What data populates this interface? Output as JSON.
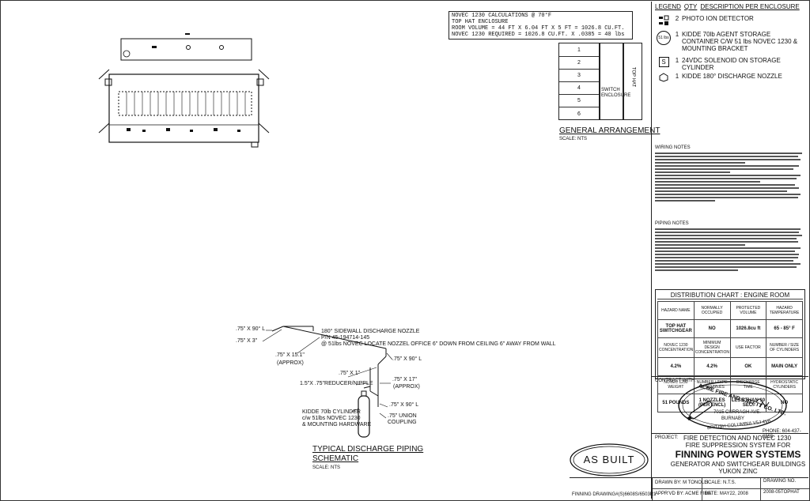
{
  "calc_box": {
    "lines": [
      "NOVEC 1230 CALCULATIONS @ 70°F",
      "TOP HAT ENCLOSURE",
      "ROOM VOLUME = 44 FT X 6.04 FT X 5 FT = 1026.8 CU.FT.",
      "NOVEC 1230 REQUIRED = 1026.8 CU.FT. X .0385 = 40 lbs"
    ]
  },
  "legend": {
    "headers": [
      "LEGEND",
      "QTY",
      "DESCRIPTION PER ENCLOSURE"
    ],
    "items": [
      {
        "symbol": "detector-symbol",
        "qty": "2",
        "desc": "PHOTO   ION DETECTOR"
      },
      {
        "symbol": "cylinder-symbol",
        "symbol_text": "51 lbs",
        "qty": "1",
        "desc": "KIDDE 70lb AGENT STORAGE CONTAINER C/W 51 lbs NOVEC 1230 & MOUNTING BRACKET"
      },
      {
        "symbol": "solenoid-symbol",
        "symbol_text": "S",
        "qty": "1",
        "desc": "24VDC SOLENOID ON STORAGE CYLINDER"
      },
      {
        "symbol": "nozzle-symbol",
        "qty": "1",
        "desc": "KIDDE 180° DISCHARGE NOZZLE"
      }
    ]
  },
  "general_arrangement": {
    "cells": [
      "1",
      "2",
      "3",
      "4",
      "5",
      "6"
    ],
    "switch_label": "SWITCH ENCLOSURE",
    "top_hat_label": "TOP HAT",
    "title": "GENERAL ARRANGEMENT",
    "scale": "SCALE: NTS"
  },
  "wiring_notes": {
    "title": "WIRING NOTES"
  },
  "piping_notes": {
    "title": "PIPING NOTES"
  },
  "distribution_chart": {
    "title": "DISTRIBUTION CHART : ENGINE ROOM",
    "rows": [
      [
        "HAZARD NAME",
        "NORMALLY OCCUPIED",
        "PROTECTED VOLUME",
        "HAZARD TEMPERATURE"
      ],
      [
        "TOP HAT SWITCHGEAR",
        "NO",
        "1026.8cu ft",
        "65 - 85° F"
      ],
      [
        "NOVEC 1230 CONCENTRATION",
        "MINIMUM DESIGN CONCENTRATION",
        "USE FACTOR",
        "NUMBER / SIZE OF CYLINDERS"
      ],
      [
        "4.2%",
        "4.2%",
        "OK",
        "MAIN ONLY"
      ],
      [
        "NOVEC 1230 WEIGHT",
        "NUMBER / TYPE OF NOZZLES",
        "DISCHARGE TIME",
        "HYDROSTATIC CYLINDERS"
      ],
      [
        "51 POUNDS",
        "1 NOZZLES (PER ENCL)",
        "LESS THAN 10 SEC.",
        "NO"
      ]
    ]
  },
  "contractor": {
    "label": "CONTRACT WITH:",
    "company": "ACME FIRE AND SAFETY CO. LTD.",
    "address1": "7015 CURRAGH AVE.",
    "address2": "BURNABY",
    "address3": "BRITISH COLUMBIA  V5J 4V6",
    "phone": "PHONE: 604-437-8555"
  },
  "project": {
    "label": "PROJECT:",
    "line1": "FIRE DETECTION AND NOVEC 1230",
    "line2": "FIRE SUPPRESSION SYSTEM FOR",
    "line3": "FINNING POWER SYSTEMS",
    "line4": "GENERATOR AND SWITCHGEAR BUILDINGS",
    "line5": "YUKON ZINC"
  },
  "title_block": {
    "drawn_by_label": "DRAWN BY:",
    "drawn_by": "M TONOLLI",
    "scale_label": "SCALE:",
    "scale": "N.T.S.",
    "drawing_no_label": "DRAWING NO.",
    "drawing_no": "2008-05TOPHAT",
    "approved_label": "APPR'VD BY:",
    "approved": "ACME FIRE",
    "date_label": "DATE:",
    "date": "MAY22, 2008",
    "finning_drawing": "FINNING DRAWING#(S)6608S/6503R1"
  },
  "as_built": "AS BUILT",
  "schematic": {
    "title_line1": "TYPICAL DISCHARGE PIPING",
    "title_line2": "SCHEMATIC",
    "scale": "SCALE: NTS",
    "labels": {
      "elbow_top": ".75\" X 90° L",
      "pipe_3": ".75\" X 3\"",
      "nozzle_1": "180° SIDEWALL DISCHARGE NOZZLE",
      "nozzle_2": "P/N 45-194714-145",
      "nozzle_3": "@ 51lbs NOVEC  LOCATE NOZZEL OFFICE 6\" DOWN FROM CEILING 6\" AWAY FROM WALL",
      "pipe_15": ".75\" X 15.1\"",
      "approx1": "(APPROX)",
      "elbow_right": ".75\" X 90° L",
      "pipe_1": ".75\" X 1\"",
      "reducer": "1.5\"X .75\"REDUCER/NIPPLE",
      "pipe_17": ".75\" X 17\"",
      "approx2": "(APPROX)",
      "cyl_1": "KIDDE 70lb CYLINDER",
      "cyl_2": "c/w 51lbs NOVEC 1230",
      "cyl_3": "& MOUNTING HARDWARE",
      "elbow_low": ".75\" X 90° L",
      "union_1": ".75\" UNION",
      "union_2": "COUPLING"
    }
  }
}
